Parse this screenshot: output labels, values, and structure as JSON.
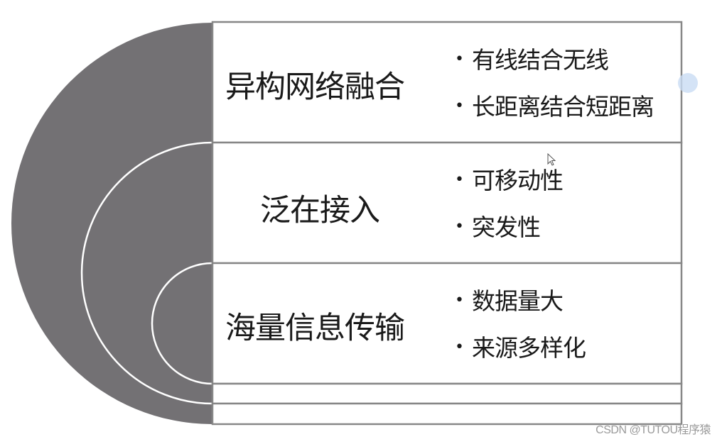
{
  "diagram": {
    "colors": {
      "disk": "#737174",
      "border": "#878787",
      "arc": "#ffffff",
      "text": "#1a1a1a"
    },
    "rows": [
      {
        "title": "异构网络融合",
        "bullets": [
          "有线结合无线",
          "长距离结合短距离"
        ]
      },
      {
        "title": "泛在接入",
        "bullets": [
          "可移动性",
          "突发性"
        ]
      },
      {
        "title": "海量信息传输",
        "bullets": [
          "数据量大",
          "来源多样化"
        ]
      },
      {
        "title": "",
        "bullets": []
      },
      {
        "title": "",
        "bullets": []
      }
    ]
  },
  "watermark": "CSDN @TUTOU程序猿"
}
